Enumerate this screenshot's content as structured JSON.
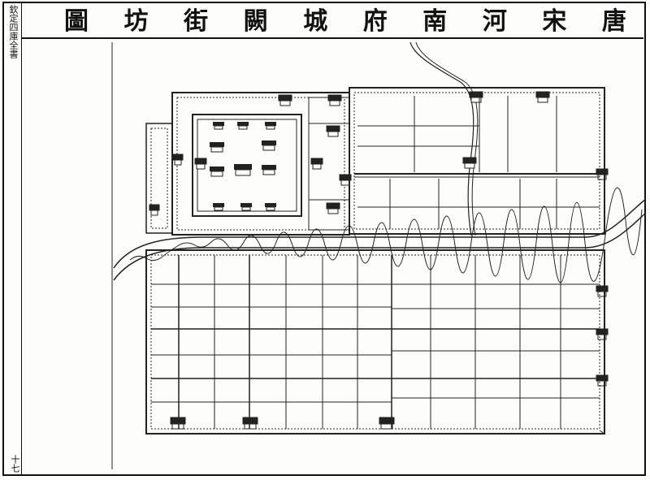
{
  "title": {
    "characters": [
      "唐",
      "宋",
      "河",
      "南",
      "府",
      "城",
      "闕",
      "街",
      "坊",
      "圖"
    ]
  },
  "margin": {
    "top_note": "欽定四庫全書",
    "page_number": "十七"
  },
  "map": {
    "city_walls": [
      "northwest palace city",
      "northeast district",
      "southern district"
    ],
    "river": "river crossing the city from west to east",
    "stream": "stream from the north"
  }
}
